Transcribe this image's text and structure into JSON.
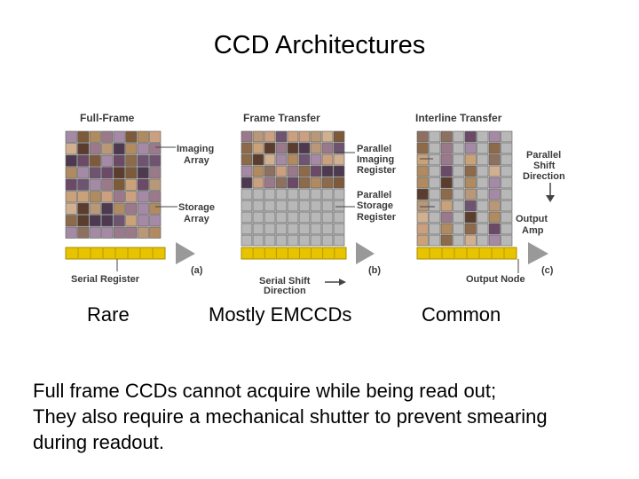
{
  "title": "CCD Architectures",
  "panels": [
    {
      "heading": "Full-Frame",
      "letter": "(a)",
      "labels": {
        "imaging_1": "Imaging",
        "imaging_2": "Array",
        "storage_1": "Storage",
        "storage_2": "Array",
        "bottom": "Serial Register"
      },
      "caption": "Rare"
    },
    {
      "heading": "Frame Transfer",
      "letter": "(b)",
      "labels": {
        "imaging_1": "Parallel",
        "imaging_2": "Imaging",
        "imaging_3": "Register",
        "storage_1": "Parallel",
        "storage_2": "Storage",
        "storage_3": "Register",
        "bottom_1": "Serial Shift",
        "bottom_2": "Direction"
      },
      "caption": "Mostly EMCCDs"
    },
    {
      "heading": "Interline Transfer",
      "letter": "(c)",
      "labels": {
        "shift_1": "Parallel",
        "shift_2": "Shift",
        "shift_3": "Direction",
        "amp_1": "Output",
        "amp_2": "Amp",
        "bottom": "Output Node"
      },
      "caption": "Common"
    }
  ],
  "description": [
    "Full frame CCDs cannot acquire while being read out;",
    "They also require a mechanical shutter to prevent smearing",
    "during readout."
  ],
  "colors": {
    "serial_register": "#e8c400",
    "storage_cell": "#b8b8b8",
    "arrow": "#888888",
    "label": "#3a3a3a"
  }
}
